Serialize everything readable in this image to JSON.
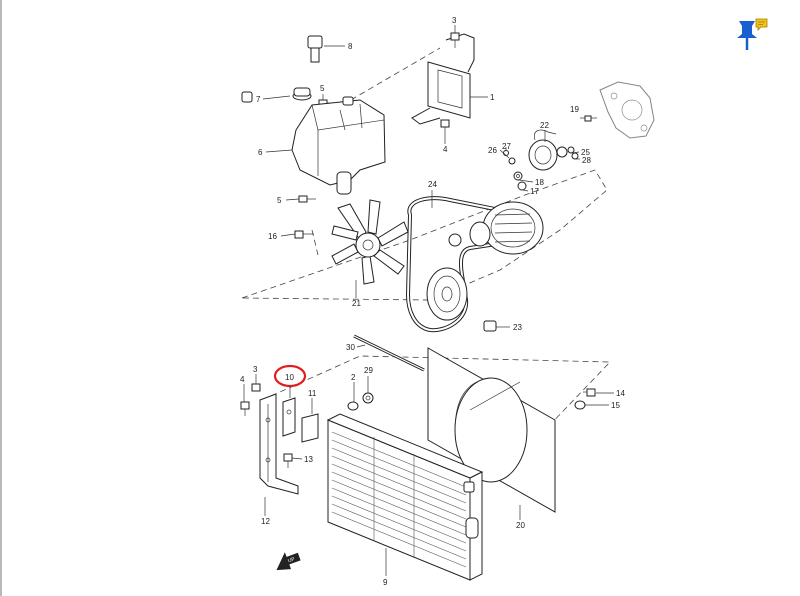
{
  "diagram": {
    "callouts": [
      {
        "id": "c1",
        "text": "1"
      },
      {
        "id": "c2",
        "text": "2"
      },
      {
        "id": "c3a",
        "text": "3"
      },
      {
        "id": "c3b",
        "text": "3"
      },
      {
        "id": "c4a",
        "text": "4"
      },
      {
        "id": "c4b",
        "text": "4"
      },
      {
        "id": "c5a",
        "text": "5"
      },
      {
        "id": "c5b",
        "text": "5"
      },
      {
        "id": "c6",
        "text": "6"
      },
      {
        "id": "c7",
        "text": "7"
      },
      {
        "id": "c8",
        "text": "8"
      },
      {
        "id": "c9",
        "text": "9"
      },
      {
        "id": "c10",
        "text": "10"
      },
      {
        "id": "c11",
        "text": "11"
      },
      {
        "id": "c12",
        "text": "12"
      },
      {
        "id": "c13",
        "text": "13"
      },
      {
        "id": "c14",
        "text": "14"
      },
      {
        "id": "c15",
        "text": "15"
      },
      {
        "id": "c16",
        "text": "16"
      },
      {
        "id": "c17",
        "text": "17"
      },
      {
        "id": "c18",
        "text": "18"
      },
      {
        "id": "c19",
        "text": "19"
      },
      {
        "id": "c20",
        "text": "20"
      },
      {
        "id": "c21",
        "text": "21"
      },
      {
        "id": "c22",
        "text": "22"
      },
      {
        "id": "c23",
        "text": "23"
      },
      {
        "id": "c24",
        "text": "24"
      },
      {
        "id": "c25",
        "text": "25"
      },
      {
        "id": "c26",
        "text": "26"
      },
      {
        "id": "c27",
        "text": "27"
      },
      {
        "id": "c28",
        "text": "28"
      },
      {
        "id": "c29",
        "text": "29"
      },
      {
        "id": "c30",
        "text": "30"
      }
    ],
    "direction_marker": "UP",
    "highlighted_callout": "10",
    "highlight_color": "#e01e1e"
  },
  "toolbar": {
    "pin_icon": "pushpin-icon",
    "pin_color": "#1a5fd0",
    "comment_color": "#f0c419"
  }
}
